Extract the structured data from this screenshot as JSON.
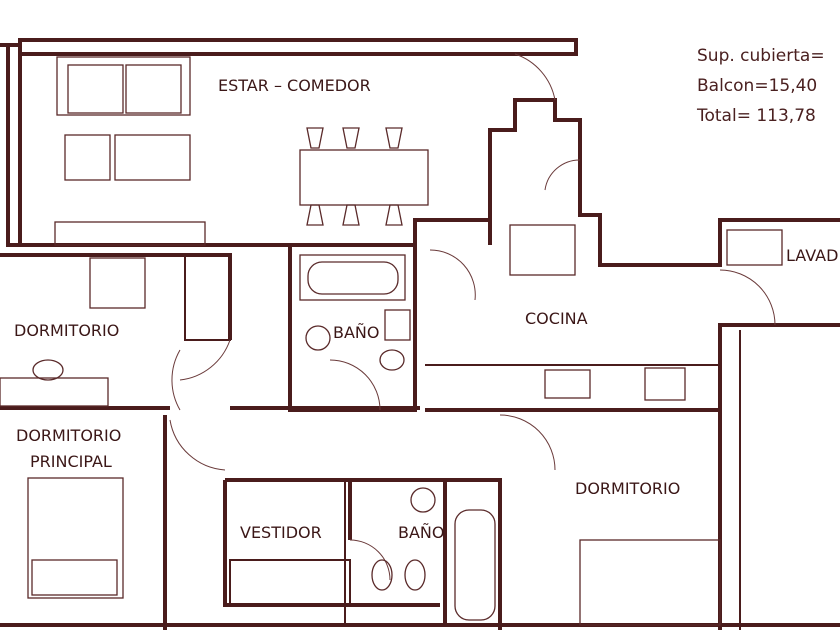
{
  "info": {
    "sup_cubierta": "Sup. cubierta=",
    "balcon": "Balcon=15,40",
    "total": "Total= 113,78"
  },
  "rooms": {
    "estar_comedor": "ESTAR – COMEDOR",
    "dormitorio_1": "DORMITORIO",
    "bano_1": "BAÑO",
    "cocina": "COCINA",
    "lavadero": "LAVAD",
    "dormitorio_principal_1": "DORMITORIO",
    "dormitorio_principal_2": "PRINCIPAL",
    "vestidor": "VESTIDOR",
    "bano_2": "BAÑO",
    "dormitorio_2": "DORMITORIO"
  },
  "colors": {
    "wall": "#4a1c1c",
    "text": "#3b1717"
  }
}
